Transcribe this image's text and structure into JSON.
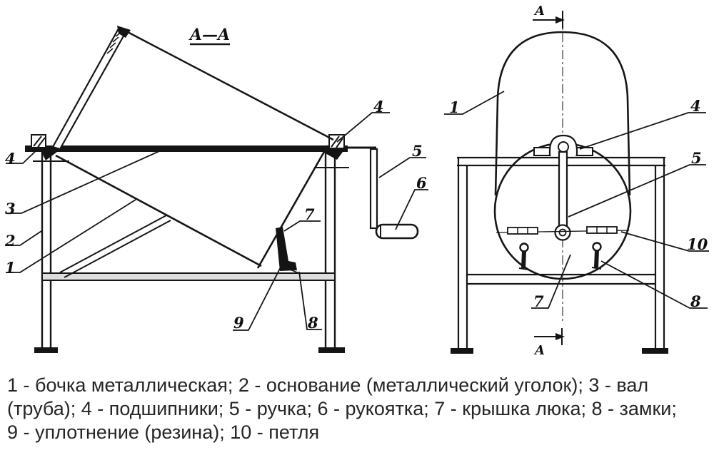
{
  "figure": {
    "section_title": "A—A",
    "cut_letter_top": "A",
    "cut_letter_bottom": "A"
  },
  "labels": {
    "side": {
      "n4_left": "4",
      "n3": "3",
      "n2": "2",
      "n1": "1",
      "n4_top": "4",
      "n5": "5",
      "n6": "6",
      "n7": "7",
      "n9": "9",
      "n8": "8"
    },
    "section": {
      "n1": "1",
      "n4": "4",
      "n5": "5",
      "n10": "10",
      "n7": "7",
      "n8": "8"
    }
  },
  "caption": {
    "lines": [
      "1 - бочка металлическая; 2 - основание (металлический уголок); 3 - вал",
      "(труба); 4 - подшипники; 5 - ручка; 6 - рукоятка; 7 - крышка люка; 8 - замки;",
      "9 - уплотнение (резина); 10 - петля"
    ]
  },
  "parts": [
    {
      "num": "1",
      "name": "бочка металлическая"
    },
    {
      "num": "2",
      "name": "основание (металлический уголок)"
    },
    {
      "num": "3",
      "name": "вал (труба)"
    },
    {
      "num": "4",
      "name": "подшипники"
    },
    {
      "num": "5",
      "name": "ручка"
    },
    {
      "num": "6",
      "name": "рукоятка"
    },
    {
      "num": "7",
      "name": "крышка люка"
    },
    {
      "num": "8",
      "name": "замки"
    },
    {
      "num": "9",
      "name": "уплотнение (резина)"
    },
    {
      "num": "10",
      "name": "петля"
    }
  ],
  "colors": {
    "line": "#161616",
    "text": "#262626",
    "background": "#ffffff"
  }
}
